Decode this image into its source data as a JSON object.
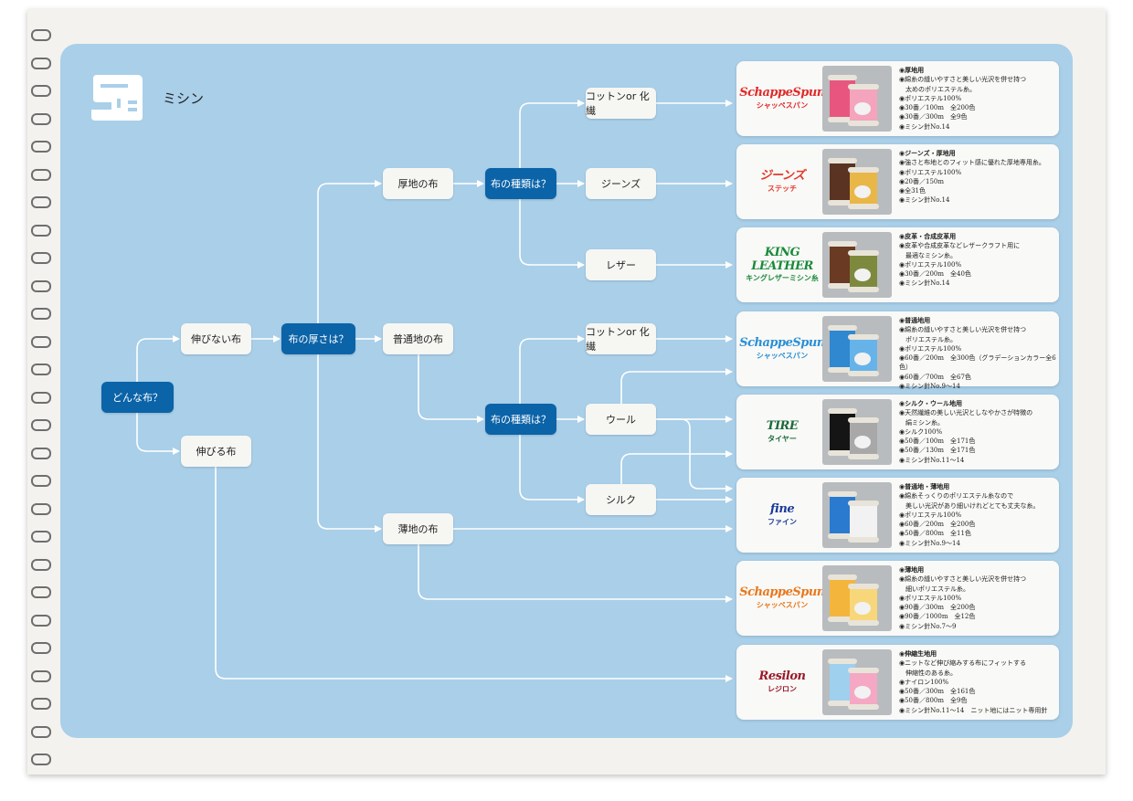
{
  "header": {
    "title": "ミシン",
    "icon": "sewing-machine-icon"
  },
  "nodes": {
    "q_what": "どんな布？",
    "non_stretch": "伸びない布",
    "stretch": "伸びる布",
    "q_thickness": "布の厚さは？",
    "thick": "厚地の布",
    "medium": "普通地の布",
    "thin": "薄地の布",
    "q_type_1": "布の種類は？",
    "q_type_2": "布の種類は？",
    "cotton_1": "コットンor 化繊",
    "jeans": "ジーンズ",
    "leather": "レザー",
    "cotton_2": "コットンor 化繊",
    "wool": "ウール",
    "silk": "シルク"
  },
  "products": [
    {
      "brand": "SchappeSpun",
      "brand_sub": "シャッペスパン",
      "brand_color": "#e02b2b",
      "spool_colors": [
        "#e8567f",
        "#f4a4bc"
      ],
      "lines": [
        "◉厚地用",
        "◉綿糸の縫いやすさと美しい光沢を併せ持つ",
        "　太めのポリエステル糸。",
        "◉ポリエステル100%",
        "◉30番／100m　全200色",
        "◉30番／300m　全9色",
        "◉ミシン針No.14"
      ]
    },
    {
      "brand": "ジーンズ",
      "brand_sub": "ステッチ",
      "brand_color": "#e23a2a",
      "spool_colors": [
        "#5a3322",
        "#e9b648"
      ],
      "lines": [
        "◉ジーンズ・厚地用",
        "◉強さと布地とのフィット感に優れた厚地専用糸。",
        "◉ポリエステル100%",
        "◉20番／150m",
        "◉全31色",
        "◉ミシン針No.14"
      ]
    },
    {
      "brand": "KING LEATHER",
      "brand_sub": "キングレザーミシン糸",
      "brand_color": "#1a8a3a",
      "spool_colors": [
        "#6a3a22",
        "#7d8a3e"
      ],
      "lines": [
        "◉皮革・合成皮革用",
        "◉皮革や合成皮革などレザークラフト用に",
        "　最適なミシン糸。",
        "◉ポリエステル100%",
        "◉30番／200m　全40色",
        "◉ミシン針No.14"
      ]
    },
    {
      "brand": "SchappeSpun",
      "brand_sub": "シャッペスパン",
      "brand_color": "#2a8fd6",
      "spool_colors": [
        "#2f88d0",
        "#66b3ea"
      ],
      "lines": [
        "◉普通地用",
        "◉綿糸の縫いやすさと美しい光沢を併せ持つ",
        "　ポリエステル糸。",
        "◉ポリエステル100%",
        "◉60番／200m　全300色（グラデーションカラー全6色）",
        "◉60番／700m　全67色",
        "◉ミシン針No.9～14"
      ]
    },
    {
      "brand": "TIRE",
      "brand_sub": "タイヤー",
      "brand_color": "#1b6a3a",
      "spool_colors": [
        "#151515",
        "#a8a8a8"
      ],
      "lines": [
        "◉シルク・ウール地用",
        "◉天然繊維の美しい光沢としなやかさが特徴の",
        "　絹ミシン糸。",
        "◉シルク100%",
        "◉50番／100m　全171色",
        "◉50番／130m　全171色",
        "◉ミシン針No.11～14"
      ]
    },
    {
      "brand": "fine",
      "brand_sub": "ファイン",
      "brand_color": "#1a3a9a",
      "spool_colors": [
        "#2a7ad0",
        "#f2f2f2"
      ],
      "lines": [
        "◉普通地・薄地用",
        "◉綿糸そっくりのポリエステル糸なので",
        "　美しい光沢があり細いけれどとても丈夫な糸。",
        "◉ポリエステル100%",
        "◉60番／200m　全200色",
        "◉50番／800m　全11色",
        "◉ミシン針No.9～14"
      ]
    },
    {
      "brand": "SchappeSpun",
      "brand_sub": "シャッペスパン",
      "brand_color": "#e8781e",
      "spool_colors": [
        "#f3b53c",
        "#f8d77a"
      ],
      "lines": [
        "◉薄地用",
        "◉綿糸の縫いやすさと美しい光沢を併せ持つ",
        "　細いポリエステル糸。",
        "◉ポリエステル100%",
        "◉90番／300m　全200色",
        "◉90番／1000m　全12色",
        "◉ミシン針No.7～9"
      ]
    },
    {
      "brand": "Resilon",
      "brand_sub": "レジロン",
      "brand_color": "#9a1a2a",
      "spool_colors": [
        "#9fd0ee",
        "#f4a8c4"
      ],
      "lines": [
        "◉伸縮生地用",
        "◉ニットなど伸び縮みする布にフィットする",
        "　伸縮性のある糸。",
        "◉ナイロン100%",
        "◉50番／300m　全161色",
        "◉50番／800m　全9色",
        "◉ミシン針No.11～14　ニット地にはニット専用針"
      ]
    }
  ]
}
